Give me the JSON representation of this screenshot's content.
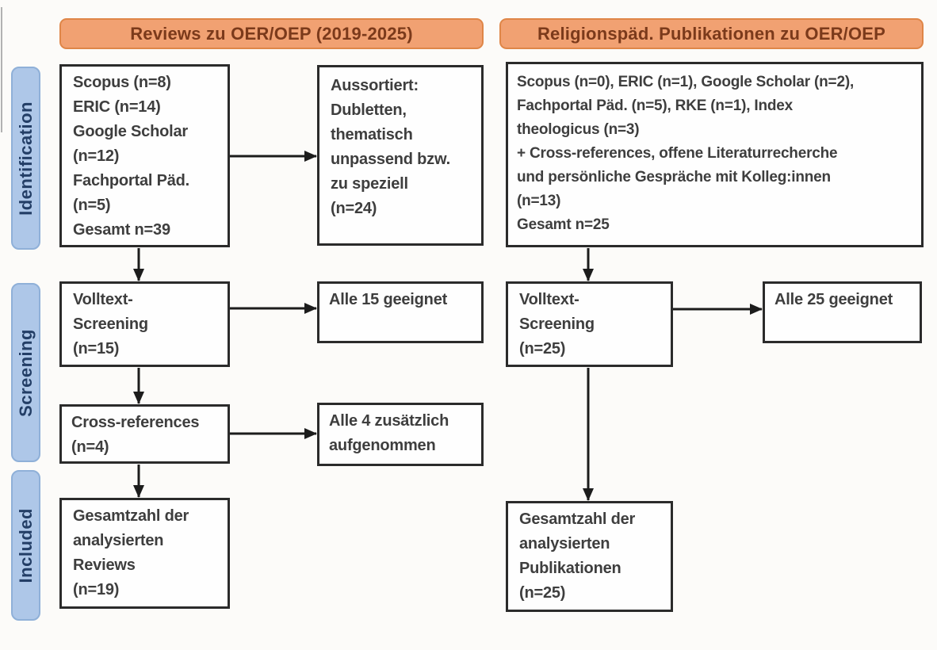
{
  "headers": {
    "left": "Reviews zu OER/OEP (2019-2025)",
    "right": "Religionspäd. Publikationen zu OER/OEP"
  },
  "stage_labels": {
    "identification": "Identification",
    "screening": "Screening",
    "included": "Included"
  },
  "boxes": {
    "left_sources": "Scopus (n=8)\nERIC (n=14)\nGoogle Scholar\n(n=12)\nFachportal Päd.\n(n=5)\nGesamt n=39",
    "left_excluded": "Aussortiert:\nDubletten,\nthematisch\nunpassend bzw.\nzu speziell\n(n=24)",
    "right_sources": "Scopus (n=0), ERIC (n=1), Google Scholar (n=2),\nFachportal Päd. (n=5), RKE (n=1), Index\ntheologicus (n=3)\n+ Cross-references, offene Literaturrecherche\nund persönliche Gespräche mit Kolleg:innen\n(n=13)\nGesamt n=25",
    "left_fulltext": "Volltext-\nScreening\n(n=15)",
    "left_fulltext_result": "Alle 15 geeignet",
    "right_fulltext": "Volltext-\nScreening\n(n=25)",
    "right_fulltext_result": "Alle 25 geeignet",
    "left_crossref": "Cross-references\n(n=4)",
    "left_crossref_result": "Alle 4 zusätzlich\naufgenommen",
    "left_included": "Gesamtzahl der\nanalysierten\nReviews\n(n=19)",
    "right_included": "Gesamtzahl der\nanalysierten\nPublikationen\n(n=25)"
  },
  "colors": {
    "header_fill": "#f1a172",
    "header_border": "#df8648",
    "header_text": "#7b3a1b",
    "stage_fill": "#aec7e8",
    "stage_border": "#8fb0d8",
    "stage_text": "#233e66",
    "box_border": "#2b2b2b",
    "box_bg": "#fefefe",
    "box_text": "#3e3e3e",
    "arrow": "#1c1c1c",
    "page_bg": "#fcfbf9"
  }
}
